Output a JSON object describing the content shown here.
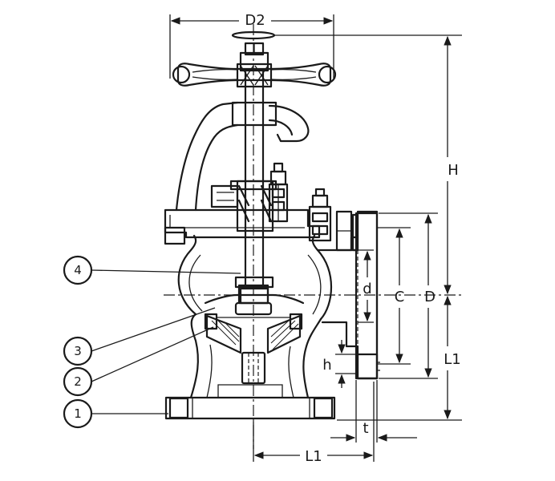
{
  "dimensions": {
    "d2": "D2",
    "h_total": "H",
    "d_small": "d",
    "c": "C",
    "d_flange": "D",
    "l1_vertical": "L1",
    "h_small": "h",
    "t": "t",
    "l1_horizontal": "L1"
  },
  "callouts": [
    {
      "number": "4"
    },
    {
      "number": "3"
    },
    {
      "number": "2"
    },
    {
      "number": "1"
    }
  ]
}
